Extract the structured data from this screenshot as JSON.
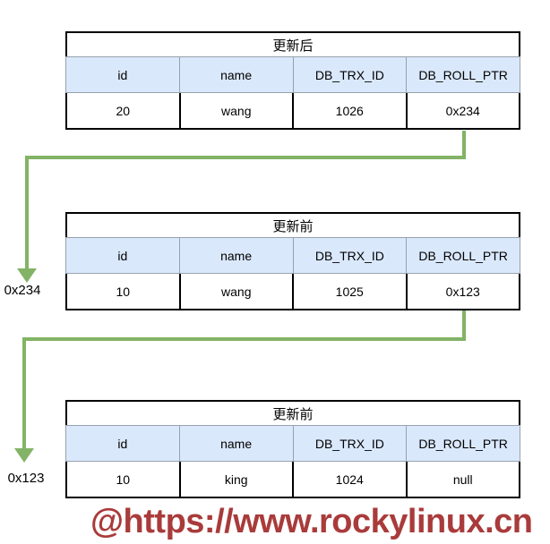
{
  "diagram": {
    "tables": [
      {
        "title": "更新后",
        "headers": [
          "id",
          "name",
          "DB_TRX_ID",
          "DB_ROLL_PTR"
        ],
        "row": [
          "20",
          "wang",
          "1026",
          "0x234"
        ]
      },
      {
        "title": "更新前",
        "headers": [
          "id",
          "name",
          "DB_TRX_ID",
          "DB_ROLL_PTR"
        ],
        "row": [
          "10",
          "wang",
          "1025",
          "0x123"
        ]
      },
      {
        "title": "更新前",
        "headers": [
          "id",
          "name",
          "DB_TRX_ID",
          "DB_ROLL_PTR"
        ],
        "row": [
          "10",
          "king",
          "1024",
          "null"
        ]
      }
    ],
    "arrow_labels": [
      "0x234",
      "0x123"
    ],
    "watermark": "@https://www.rockylinux.cn"
  },
  "colors": {
    "arrow_green": "#82b366",
    "header_bg": "#dae8fc",
    "header_border": "#98a1ac",
    "table_border": "#000000",
    "watermark_red": "#a93b3b",
    "text": "#000000",
    "background": "#ffffff"
  }
}
